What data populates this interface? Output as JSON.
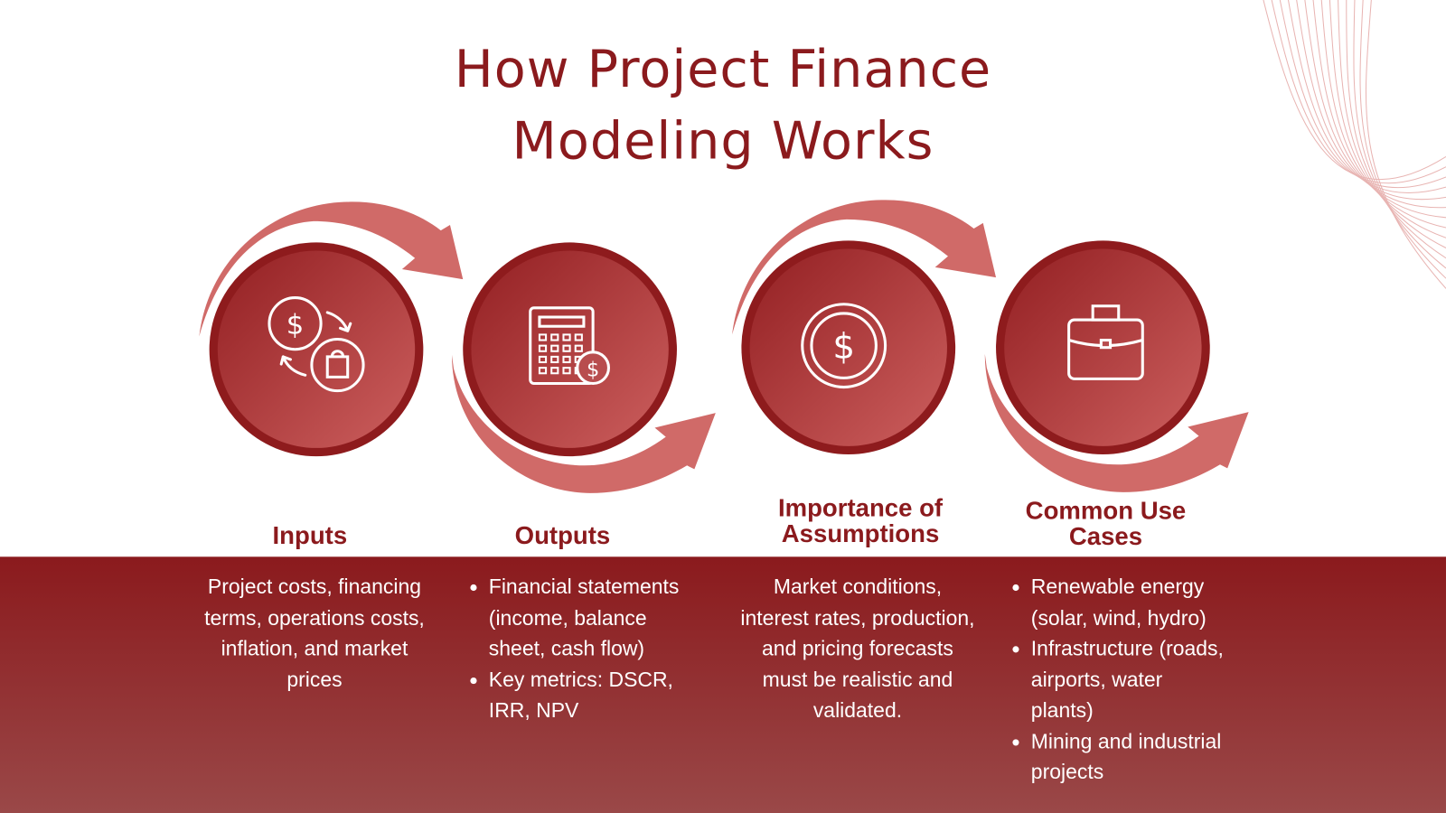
{
  "title": {
    "line1": "How Project Finance",
    "line2": "Modeling Works"
  },
  "colors": {
    "brand": "#8b1a1d",
    "arrow": "#d06a68",
    "circle_light": "#c85a5a"
  },
  "steps": [
    {
      "icon": "money-exchange-icon",
      "heading": "Inputs",
      "text": "Project costs, financing terms, operations costs, inflation, and market prices"
    },
    {
      "icon": "calculator-dollar-icon",
      "heading": "Outputs",
      "bullets": [
        "Financial statements (income, balance sheet, cash flow)",
        "Key metrics: DSCR, IRR, NPV"
      ]
    },
    {
      "icon": "dollar-coin-icon",
      "heading_line1": "Importance of",
      "heading_line2": "Assumptions",
      "text": "Market conditions, interest rates, production, and pricing forecasts must be realistic and validated."
    },
    {
      "icon": "briefcase-icon",
      "heading_line1": "Common Use",
      "heading_line2": "Cases",
      "bullets": [
        "Renewable energy (solar, wind, hydro)",
        "Infrastructure (roads, airports, water plants)",
        "Mining and industrial projects"
      ]
    }
  ]
}
